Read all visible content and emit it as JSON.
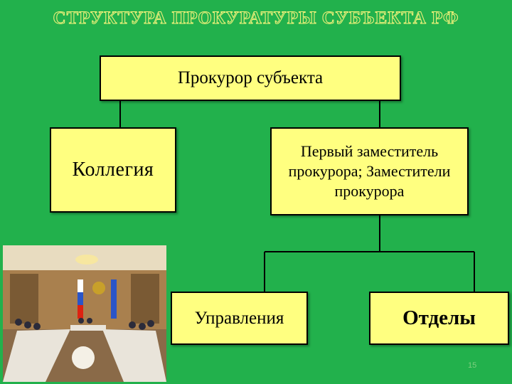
{
  "title": "СТРУКТУРА ПРОКУРАТУРЫ СУБЪЕКТА РФ",
  "nodes": {
    "prosecutor": "Прокурор субъекта",
    "collegium": "Коллегия",
    "deputies": "Первый заместитель прокурора; Заместители прокурора",
    "directorates": "Управления",
    "departments": "Отделы"
  },
  "edges": [
    [
      "prosecutor",
      "collegium"
    ],
    [
      "prosecutor",
      "deputies"
    ],
    [
      "deputies",
      "directorates"
    ],
    [
      "deputies",
      "departments"
    ]
  ],
  "page_number": "15",
  "colors": {
    "background": "#22b14c",
    "box_fill": "#ffff80",
    "title_outline": "#f2f27a"
  }
}
